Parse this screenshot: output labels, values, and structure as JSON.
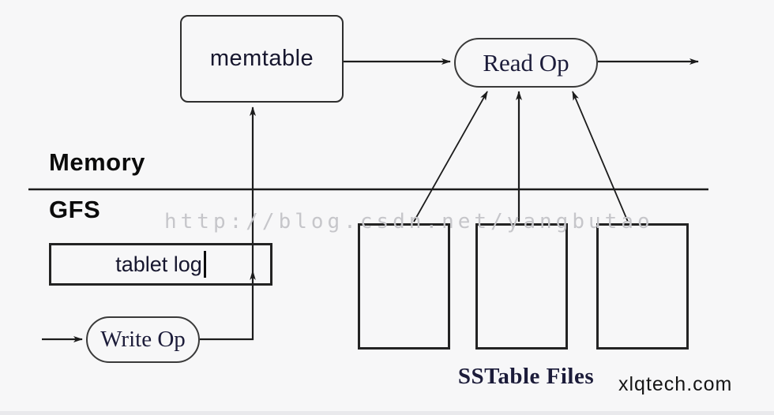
{
  "nodes": {
    "memtable": {
      "label": "memtable"
    },
    "read_op": {
      "label": "Read Op"
    },
    "write_op": {
      "label": "Write Op"
    },
    "tablet_log": {
      "label": "tablet log"
    }
  },
  "labels": {
    "memory": "Memory",
    "gfs": "GFS",
    "sstable_files": "SSTable Files"
  },
  "watermarks": {
    "blog_url": "http://blog.csdn.net/yangbutao",
    "site": "xlqtech.com"
  },
  "colors": {
    "background": "#f7f7f8",
    "line": "#1c1c1c",
    "node_text": "#19193a",
    "region_text": "#0b0b0b",
    "watermark_text": "#c6c6ca"
  }
}
